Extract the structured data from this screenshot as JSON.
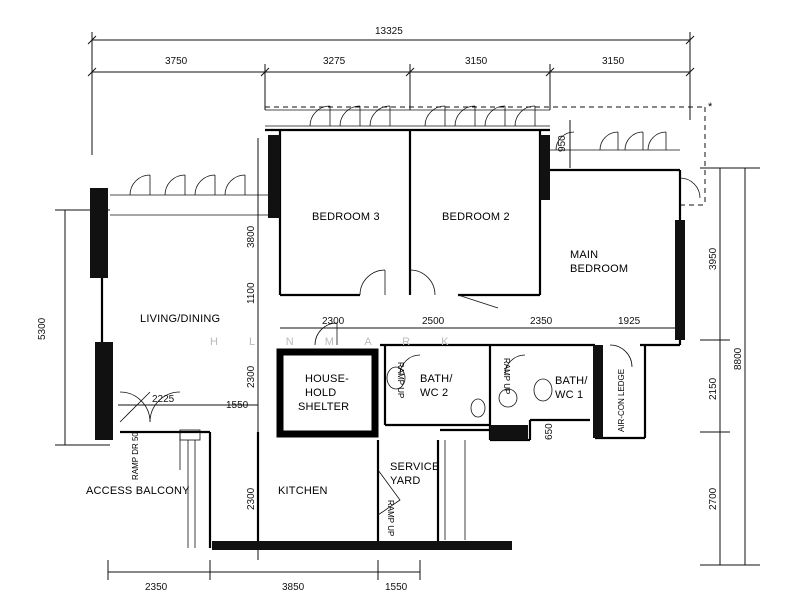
{
  "overall_dimension": "13325",
  "top_dimensions": [
    "3750",
    "3275",
    "3150",
    "3150"
  ],
  "left_dimensions": [
    "5300"
  ],
  "right_dimensions": [
    "950",
    "3950",
    "2150",
    "650",
    "2700",
    "8800"
  ],
  "bottom_dimensions": [
    "2350",
    "3850",
    "1550"
  ],
  "interior_dimensions": [
    "3800",
    "1100",
    "2300",
    "2300",
    "2500",
    "2350",
    "1925",
    "2225",
    "1550",
    "2300"
  ],
  "rooms": {
    "bedroom3": "BEDROOM 3",
    "bedroom2": "BEDROOM 2",
    "main_bedroom_line1": "MAIN",
    "main_bedroom_line2": "BEDROOM",
    "living": "LIVING/DINING",
    "shelter_line1": "HOUSE-",
    "shelter_line2": "HOLD",
    "shelter_line3": "SHELTER",
    "bath2_line1": "BATH/",
    "bath2_line2": "WC 2",
    "bath1_line1": "BATH/",
    "bath1_line2": "WC 1",
    "aircon": "AIR-CON LEDGE",
    "kitchen": "KITCHEN",
    "service_line1": "SERVICE",
    "service_line2": "YARD",
    "access_balcony": "ACCESS BALCONY"
  },
  "ramps": {
    "ramp_up_1": "RAMP UP",
    "ramp_up_2": "RAMP UP",
    "ramp_up_3": "RAMP UP",
    "ramp_dr": "RAMP DR 50"
  },
  "asterisk": "*",
  "watermark": "H  L  N  M  A  R  K"
}
